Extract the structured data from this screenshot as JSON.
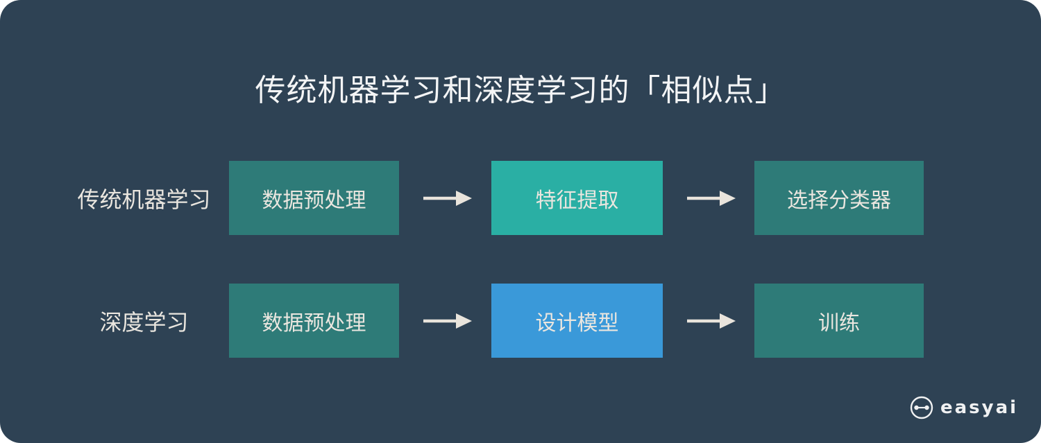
{
  "title": "传统机器学习和深度学习的「相似点」",
  "colors": {
    "panel_bg": "#2e4254",
    "box_default": "#2e7b78",
    "box_teal": "#2aafa4",
    "box_blue": "#3a99d9",
    "arrow": "#e9e4dc",
    "text_light": "#eae6df",
    "title_color": "#f4f5f6",
    "brand_color": "#f0f1f2"
  },
  "rows": [
    {
      "label": "传统机器学习",
      "boxes": [
        {
          "label": "数据预处理",
          "variant": "default"
        },
        {
          "label": "特征提取",
          "variant": "teal"
        },
        {
          "label": "选择分类器",
          "variant": "default"
        }
      ]
    },
    {
      "label": "深度学习",
      "boxes": [
        {
          "label": "数据预处理",
          "variant": "default"
        },
        {
          "label": "设计模型",
          "variant": "blue"
        },
        {
          "label": "训练",
          "variant": "default"
        }
      ]
    }
  ],
  "footer": {
    "brand": "easyai",
    "logo_icon": "baymax-face-icon"
  }
}
